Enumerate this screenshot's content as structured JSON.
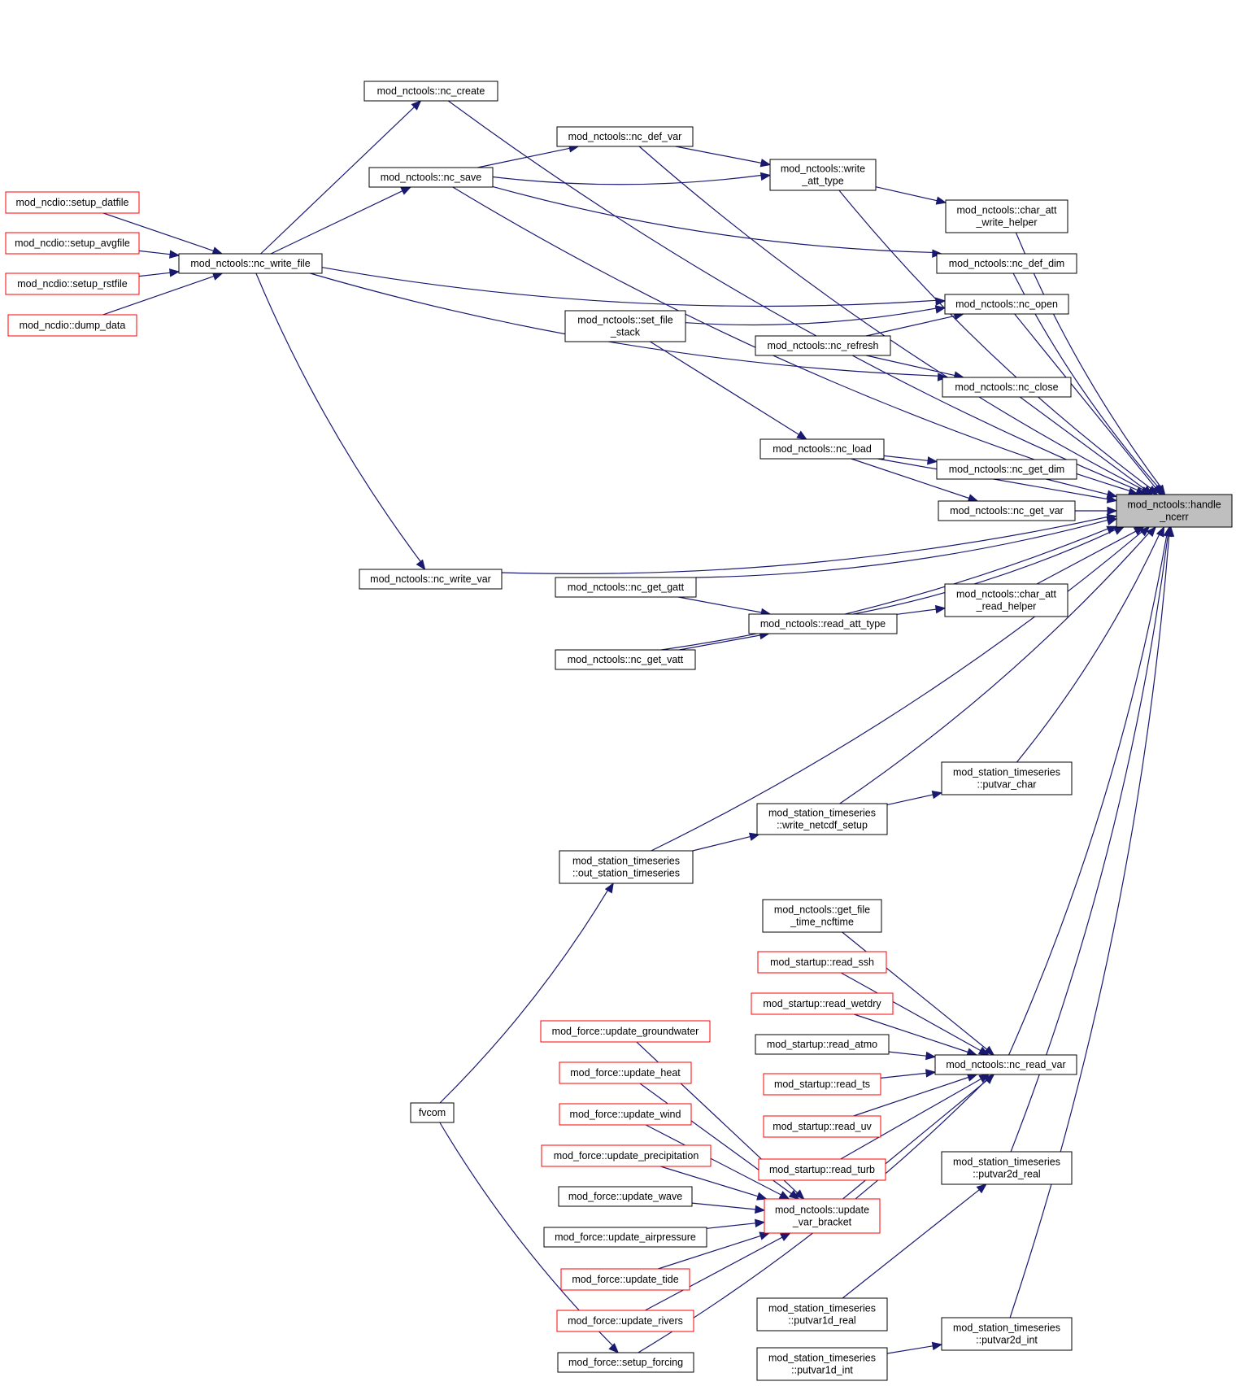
{
  "nodes": [
    {
      "id": "handle_ncerr",
      "lines": [
        "mod_nctools::handle",
        "_ncerr"
      ],
      "style": "root"
    },
    {
      "id": "nc_create",
      "lines": [
        "mod_nctools::nc_create"
      ],
      "style": "black"
    },
    {
      "id": "nc_def_var",
      "lines": [
        "mod_nctools::nc_def_var"
      ],
      "style": "black"
    },
    {
      "id": "nc_save",
      "lines": [
        "mod_nctools::nc_save"
      ],
      "style": "black"
    },
    {
      "id": "write_att_type",
      "lines": [
        "mod_nctools::write",
        "_att_type"
      ],
      "style": "black"
    },
    {
      "id": "char_att_write_helper",
      "lines": [
        "mod_nctools::char_att",
        "_write_helper"
      ],
      "style": "black"
    },
    {
      "id": "setup_datfile",
      "lines": [
        "mod_ncdio::setup_datfile"
      ],
      "style": "red"
    },
    {
      "id": "setup_avgfile",
      "lines": [
        "mod_ncdio::setup_avgfile"
      ],
      "style": "red"
    },
    {
      "id": "setup_rstfile",
      "lines": [
        "mod_ncdio::setup_rstfile"
      ],
      "style": "red"
    },
    {
      "id": "dump_data",
      "lines": [
        "mod_ncdio::dump_data"
      ],
      "style": "red"
    },
    {
      "id": "nc_write_file",
      "lines": [
        "mod_nctools::nc_write_file"
      ],
      "style": "black"
    },
    {
      "id": "nc_def_dim",
      "lines": [
        "mod_nctools::nc_def_dim"
      ],
      "style": "black"
    },
    {
      "id": "nc_open",
      "lines": [
        "mod_nctools::nc_open"
      ],
      "style": "black"
    },
    {
      "id": "set_file_stack",
      "lines": [
        "mod_nctools::set_file",
        "_stack"
      ],
      "style": "black"
    },
    {
      "id": "nc_refresh",
      "lines": [
        "mod_nctools::nc_refresh"
      ],
      "style": "black"
    },
    {
      "id": "nc_close",
      "lines": [
        "mod_nctools::nc_close"
      ],
      "style": "black"
    },
    {
      "id": "nc_load",
      "lines": [
        "mod_nctools::nc_load"
      ],
      "style": "black"
    },
    {
      "id": "nc_get_dim",
      "lines": [
        "mod_nctools::nc_get_dim"
      ],
      "style": "black"
    },
    {
      "id": "nc_get_var",
      "lines": [
        "mod_nctools::nc_get_var"
      ],
      "style": "black"
    },
    {
      "id": "nc_write_var",
      "lines": [
        "mod_nctools::nc_write_var"
      ],
      "style": "black"
    },
    {
      "id": "nc_get_gatt",
      "lines": [
        "mod_nctools::nc_get_gatt"
      ],
      "style": "black"
    },
    {
      "id": "char_att_read_helper",
      "lines": [
        "mod_nctools::char_att",
        "_read_helper"
      ],
      "style": "black"
    },
    {
      "id": "read_att_type",
      "lines": [
        "mod_nctools::read_att_type"
      ],
      "style": "black"
    },
    {
      "id": "nc_get_vatt",
      "lines": [
        "mod_nctools::nc_get_vatt"
      ],
      "style": "black"
    },
    {
      "id": "putvar_char",
      "lines": [
        "mod_station_timeseries",
        "::putvar_char"
      ],
      "style": "black"
    },
    {
      "id": "write_netcdf_setup",
      "lines": [
        "mod_station_timeseries",
        "::write_netcdf_setup"
      ],
      "style": "black"
    },
    {
      "id": "out_station_timeseries",
      "lines": [
        "mod_station_timeseries",
        "::out_station_timeseries"
      ],
      "style": "black"
    },
    {
      "id": "get_file_time_ncftime",
      "lines": [
        "mod_nctools::get_file",
        "_time_ncftime"
      ],
      "style": "black"
    },
    {
      "id": "read_ssh",
      "lines": [
        "mod_startup::read_ssh"
      ],
      "style": "red"
    },
    {
      "id": "read_wetdry",
      "lines": [
        "mod_startup::read_wetdry"
      ],
      "style": "red"
    },
    {
      "id": "update_groundwater",
      "lines": [
        "mod_force::update_groundwater"
      ],
      "style": "red"
    },
    {
      "id": "read_atmo",
      "lines": [
        "mod_startup::read_atmo"
      ],
      "style": "black"
    },
    {
      "id": "nc_read_var",
      "lines": [
        "mod_nctools::nc_read_var"
      ],
      "style": "black"
    },
    {
      "id": "update_heat",
      "lines": [
        "mod_force::update_heat"
      ],
      "style": "red"
    },
    {
      "id": "read_ts",
      "lines": [
        "mod_startup::read_ts"
      ],
      "style": "red"
    },
    {
      "id": "fvcom",
      "lines": [
        "fvcom"
      ],
      "style": "black"
    },
    {
      "id": "update_wind",
      "lines": [
        "mod_force::update_wind"
      ],
      "style": "red"
    },
    {
      "id": "read_uv",
      "lines": [
        "mod_startup::read_uv"
      ],
      "style": "red"
    },
    {
      "id": "update_precipitation",
      "lines": [
        "mod_force::update_precipitation"
      ],
      "style": "red"
    },
    {
      "id": "read_turb",
      "lines": [
        "mod_startup::read_turb"
      ],
      "style": "red"
    },
    {
      "id": "putvar2d_real",
      "lines": [
        "mod_station_timeseries",
        "::putvar2d_real"
      ],
      "style": "black"
    },
    {
      "id": "update_wave",
      "lines": [
        "mod_force::update_wave"
      ],
      "style": "black"
    },
    {
      "id": "update_var_bracket",
      "lines": [
        "mod_nctools::update",
        "_var_bracket"
      ],
      "style": "red"
    },
    {
      "id": "update_airpressure",
      "lines": [
        "mod_force::update_airpressure"
      ],
      "style": "black"
    },
    {
      "id": "update_tide",
      "lines": [
        "mod_force::update_tide"
      ],
      "style": "red"
    },
    {
      "id": "update_rivers",
      "lines": [
        "mod_force::update_rivers"
      ],
      "style": "red"
    },
    {
      "id": "putvar1d_real",
      "lines": [
        "mod_station_timeseries",
        "::putvar1d_real"
      ],
      "style": "black"
    },
    {
      "id": "putvar2d_int",
      "lines": [
        "mod_station_timeseries",
        "::putvar2d_int"
      ],
      "style": "black"
    },
    {
      "id": "setup_forcing",
      "lines": [
        "mod_force::setup_forcing"
      ],
      "style": "black"
    },
    {
      "id": "putvar1d_int",
      "lines": [
        "mod_station_timeseries",
        "::putvar1d_int"
      ],
      "style": "black"
    }
  ],
  "edges": [
    [
      "nc_create",
      "handle_ncerr"
    ],
    [
      "nc_def_var",
      "handle_ncerr"
    ],
    [
      "nc_save",
      "handle_ncerr"
    ],
    [
      "write_att_type",
      "handle_ncerr"
    ],
    [
      "char_att_write_helper",
      "handle_ncerr"
    ],
    [
      "nc_def_dim",
      "handle_ncerr"
    ],
    [
      "nc_open",
      "handle_ncerr"
    ],
    [
      "nc_close",
      "handle_ncerr"
    ],
    [
      "nc_load",
      "handle_ncerr"
    ],
    [
      "nc_get_dim",
      "handle_ncerr"
    ],
    [
      "nc_get_var",
      "handle_ncerr"
    ],
    [
      "nc_get_gatt",
      "handle_ncerr"
    ],
    [
      "char_att_read_helper",
      "handle_ncerr"
    ],
    [
      "read_att_type",
      "handle_ncerr"
    ],
    [
      "nc_get_vatt",
      "handle_ncerr"
    ],
    [
      "nc_write_var",
      "handle_ncerr"
    ],
    [
      "putvar_char",
      "handle_ncerr"
    ],
    [
      "write_netcdf_setup",
      "handle_ncerr"
    ],
    [
      "out_station_timeseries",
      "handle_ncerr"
    ],
    [
      "nc_read_var",
      "handle_ncerr"
    ],
    [
      "putvar2d_real",
      "handle_ncerr"
    ],
    [
      "putvar2d_int",
      "handle_ncerr"
    ],
    [
      "nc_write_file",
      "nc_create"
    ],
    [
      "nc_write_file",
      "nc_save"
    ],
    [
      "nc_write_file",
      "nc_open"
    ],
    [
      "nc_write_file",
      "nc_close"
    ],
    [
      "nc_write_file",
      "nc_write_var"
    ],
    [
      "nc_save",
      "nc_def_var"
    ],
    [
      "nc_save",
      "write_att_type"
    ],
    [
      "nc_save",
      "nc_def_dim"
    ],
    [
      "nc_def_var",
      "write_att_type"
    ],
    [
      "write_att_type",
      "char_att_write_helper"
    ],
    [
      "setup_datfile",
      "nc_write_file"
    ],
    [
      "setup_avgfile",
      "nc_write_file"
    ],
    [
      "setup_rstfile",
      "nc_write_file"
    ],
    [
      "dump_data",
      "nc_write_file"
    ],
    [
      "set_file_stack",
      "nc_open"
    ],
    [
      "set_file_stack",
      "nc_load"
    ],
    [
      "nc_refresh",
      "nc_open"
    ],
    [
      "nc_refresh",
      "nc_close"
    ],
    [
      "nc_load",
      "nc_get_dim"
    ],
    [
      "nc_load",
      "nc_get_var"
    ],
    [
      "nc_get_gatt",
      "read_att_type"
    ],
    [
      "nc_get_vatt",
      "read_att_type"
    ],
    [
      "read_att_type",
      "char_att_read_helper"
    ],
    [
      "write_netcdf_setup",
      "putvar_char"
    ],
    [
      "out_station_timeseries",
      "write_netcdf_setup"
    ],
    [
      "fvcom",
      "out_station_timeseries"
    ],
    [
      "fvcom",
      "setup_forcing"
    ],
    [
      "get_file_time_ncftime",
      "nc_read_var"
    ],
    [
      "read_ssh",
      "nc_read_var"
    ],
    [
      "read_wetdry",
      "nc_read_var"
    ],
    [
      "read_atmo",
      "nc_read_var"
    ],
    [
      "read_ts",
      "nc_read_var"
    ],
    [
      "read_uv",
      "nc_read_var"
    ],
    [
      "read_turb",
      "nc_read_var"
    ],
    [
      "update_var_bracket",
      "nc_read_var"
    ],
    [
      "setup_forcing",
      "nc_read_var"
    ],
    [
      "update_groundwater",
      "update_var_bracket"
    ],
    [
      "update_heat",
      "update_var_bracket"
    ],
    [
      "update_wind",
      "update_var_bracket"
    ],
    [
      "update_precipitation",
      "update_var_bracket"
    ],
    [
      "update_wave",
      "update_var_bracket"
    ],
    [
      "update_airpressure",
      "update_var_bracket"
    ],
    [
      "update_tide",
      "update_var_bracket"
    ],
    [
      "update_rivers",
      "update_var_bracket"
    ],
    [
      "putvar1d_real",
      "putvar2d_real"
    ],
    [
      "putvar1d_int",
      "putvar2d_int"
    ]
  ]
}
